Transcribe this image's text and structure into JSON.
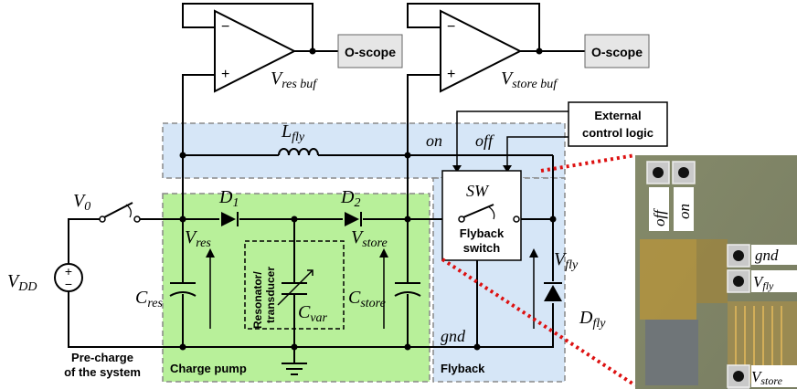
{
  "scope_left": "O-scope",
  "scope_right": "O-scope",
  "opamp_left": {
    "minus": "−",
    "plus": "+",
    "label_main": "V",
    "label_sub": "res buf"
  },
  "opamp_right": {
    "minus": "−",
    "plus": "+",
    "label_main": "V",
    "label_sub": "store buf"
  },
  "external_logic": {
    "line1": "External",
    "line2": "control logic"
  },
  "inductor": {
    "main": "L",
    "sub": "fly"
  },
  "sig_on": "on",
  "sig_off": "off",
  "v0": {
    "main": "V",
    "sub": "0"
  },
  "vdd": {
    "main": "V",
    "sub": "DD"
  },
  "d1": {
    "main": "D",
    "sub": "1"
  },
  "d2": {
    "main": "D",
    "sub": "2"
  },
  "vres": {
    "main": "V",
    "sub": "res"
  },
  "vstore": {
    "main": "V",
    "sub": "store"
  },
  "cres": {
    "main": "C",
    "sub": "res"
  },
  "cstore": {
    "main": "C",
    "sub": "store"
  },
  "cvar": {
    "main": "C",
    "sub": "var"
  },
  "resonator": {
    "line1": "Resonator/",
    "line2": "transducer"
  },
  "sw": "SW",
  "flyback_switch": {
    "line1": "Flyback",
    "line2": "switch"
  },
  "vfly": {
    "main": "V",
    "sub": "fly"
  },
  "dfly": {
    "main": "D",
    "sub": "fly"
  },
  "gnd": "gnd",
  "precharge": {
    "line1": "Pre-charge",
    "line2": "of the system"
  },
  "charge_pump": "Charge pump",
  "flyback": "Flyback",
  "chip": {
    "off": "off",
    "on": "on",
    "gnd": "gnd",
    "vfly": {
      "main": "V",
      "sub": "fly"
    },
    "vstore": {
      "main": "V",
      "sub": "store"
    }
  },
  "colors": {
    "blue_region": "#d6e6f7",
    "green_region": "#b8f09a",
    "scope_fill": "#e6e6e6",
    "dotted_red": "#dd1111",
    "chip_bg": "#8a8a6a"
  }
}
